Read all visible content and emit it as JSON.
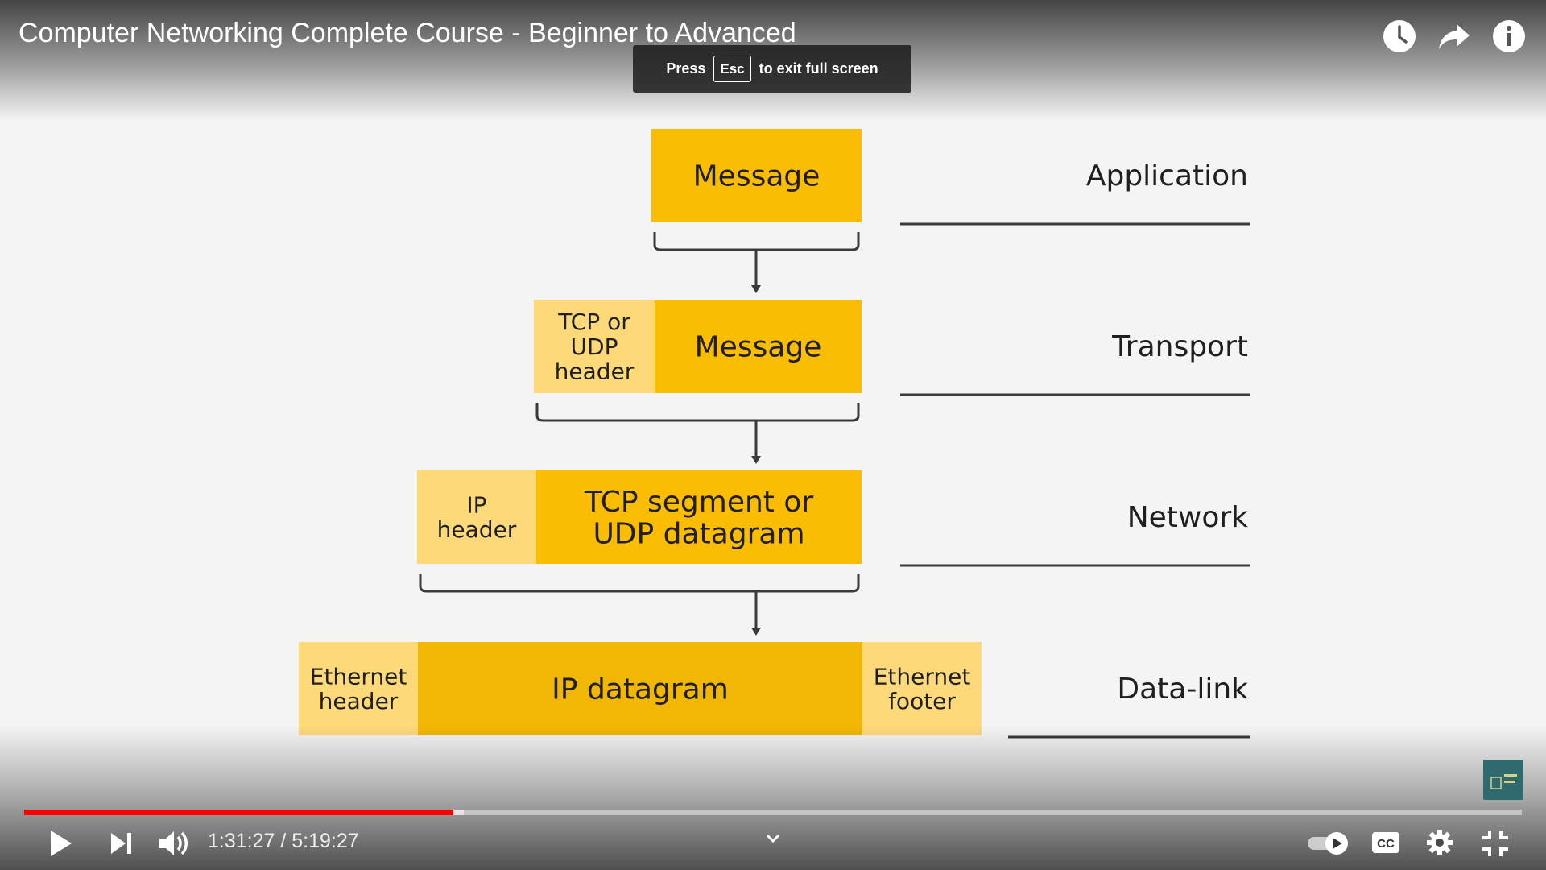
{
  "player": {
    "title": "Computer Networking Complete Course - Beginner to Advanced",
    "toast": {
      "press": "Press",
      "key": "Esc",
      "rest": "to exit full screen"
    },
    "top_icons": [
      "watch-later-icon",
      "share-icon",
      "info-icon"
    ],
    "time": {
      "current": "1:31:27",
      "separator": " / ",
      "duration": "5:19:27"
    },
    "progress_played_fraction": 0.2865,
    "progress_loaded_fraction": 0.2935,
    "controls": [
      "play-icon",
      "next-icon",
      "volume-icon",
      "chevron-down-icon",
      "autoplay-toggle",
      "captions-icon",
      "settings-icon",
      "exit-fullscreen-icon"
    ],
    "captions_label": "CC",
    "colors": {
      "accent_red": "#ff0000",
      "box_dark": "#fbbc04",
      "box_light": "#fdd97a",
      "datalink_dark": "#f2b705"
    }
  },
  "diagram": {
    "layers": [
      {
        "name": "Application",
        "blocks": [
          {
            "lines": [
              "Message"
            ],
            "kind": "dark"
          }
        ]
      },
      {
        "name": "Transport",
        "blocks": [
          {
            "lines": [
              "TCP or",
              "UDP",
              "header"
            ],
            "kind": "light"
          },
          {
            "lines": [
              "Message"
            ],
            "kind": "dark"
          }
        ]
      },
      {
        "name": "Network",
        "blocks": [
          {
            "lines": [
              "IP",
              "header"
            ],
            "kind": "light"
          },
          {
            "lines": [
              "TCP segment or",
              "UDP datagram"
            ],
            "kind": "dark"
          }
        ]
      },
      {
        "name": "Data-link",
        "blocks": [
          {
            "lines": [
              "Ethernet",
              "header"
            ],
            "kind": "light"
          },
          {
            "lines": [
              "IP datagram"
            ],
            "kind": "dark"
          },
          {
            "lines": [
              "Ethernet",
              "footer"
            ],
            "kind": "light"
          }
        ]
      }
    ]
  }
}
